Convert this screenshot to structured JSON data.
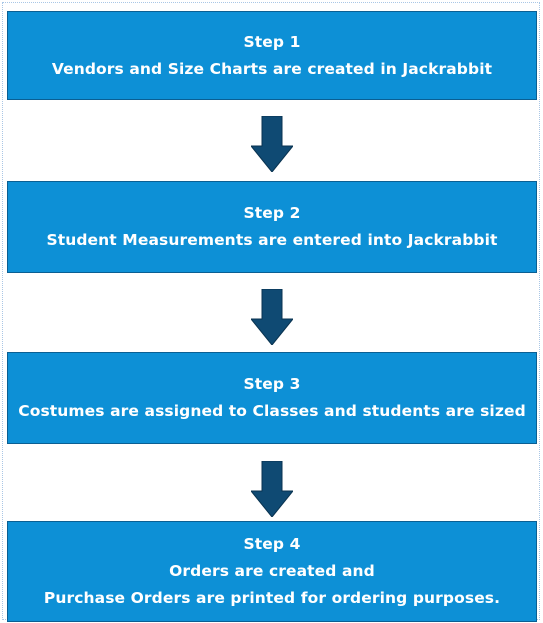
{
  "steps": [
    {
      "heading": "Step 1",
      "lines": [
        "Vendors and Size Charts are created in Jackrabbit"
      ]
    },
    {
      "heading": "Step 2",
      "lines": [
        "Student Measurements are entered into Jackrabbit"
      ]
    },
    {
      "heading": "Step 3",
      "lines": [
        "Costumes are assigned to Classes and students are sized"
      ]
    },
    {
      "heading": "Step 4",
      "lines": [
        "Orders are created and",
        "Purchase Orders are printed for ordering purposes."
      ]
    }
  ],
  "colors": {
    "box_fill": "#0d90d6",
    "box_border": "#0a5f93",
    "arrow_fill": "#0f4a73",
    "text": "#ffffff"
  },
  "icons": {
    "connector": "down-arrow-icon"
  }
}
